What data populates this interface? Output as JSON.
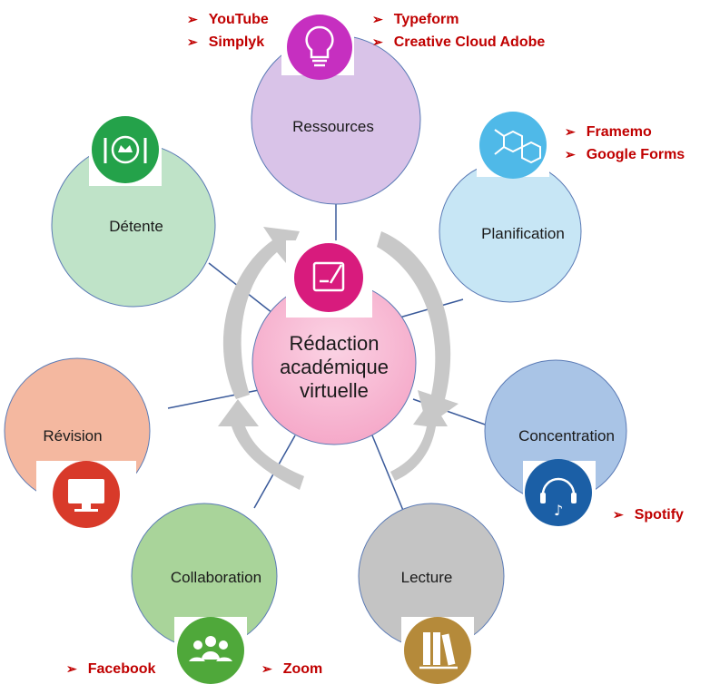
{
  "center": {
    "line1": "Rédaction",
    "line2": "académique",
    "line3": "virtuelle"
  },
  "nodes": {
    "ressources": "Ressources",
    "planification": "Planification",
    "concentration": "Concentration",
    "lecture": "Lecture",
    "collaboration": "Collaboration",
    "revision": "Révision",
    "detente": "Détente"
  },
  "tools": {
    "youtube": "YouTube",
    "simplyk": "Simplyk",
    "typeform": "Typeform",
    "creative_cloud": "Creative Cloud Adobe",
    "framemo": "Framemo",
    "google_forms": "Google Forms",
    "spotify": "Spotify",
    "facebook": "Facebook",
    "zoom": "Zoom"
  },
  "icons": {
    "ressources": "lightbulb-icon",
    "planification": "molecule-icon",
    "concentration": "headset-music-icon",
    "lecture": "books-icon",
    "collaboration": "group-icon",
    "revision": "monitor-icon",
    "detente": "plate-icon",
    "center": "writing-icon"
  },
  "colors": {
    "ressources": "#d9c3e8",
    "planification": "#c7e6f5",
    "concentration": "#a9c4e6",
    "lecture": "#c4c4c4",
    "collaboration": "#a9d49a",
    "revision": "#f4b8a0",
    "detente": "#bfe3c8",
    "center": "#f7b7d2",
    "tool_text": "#c00000"
  }
}
